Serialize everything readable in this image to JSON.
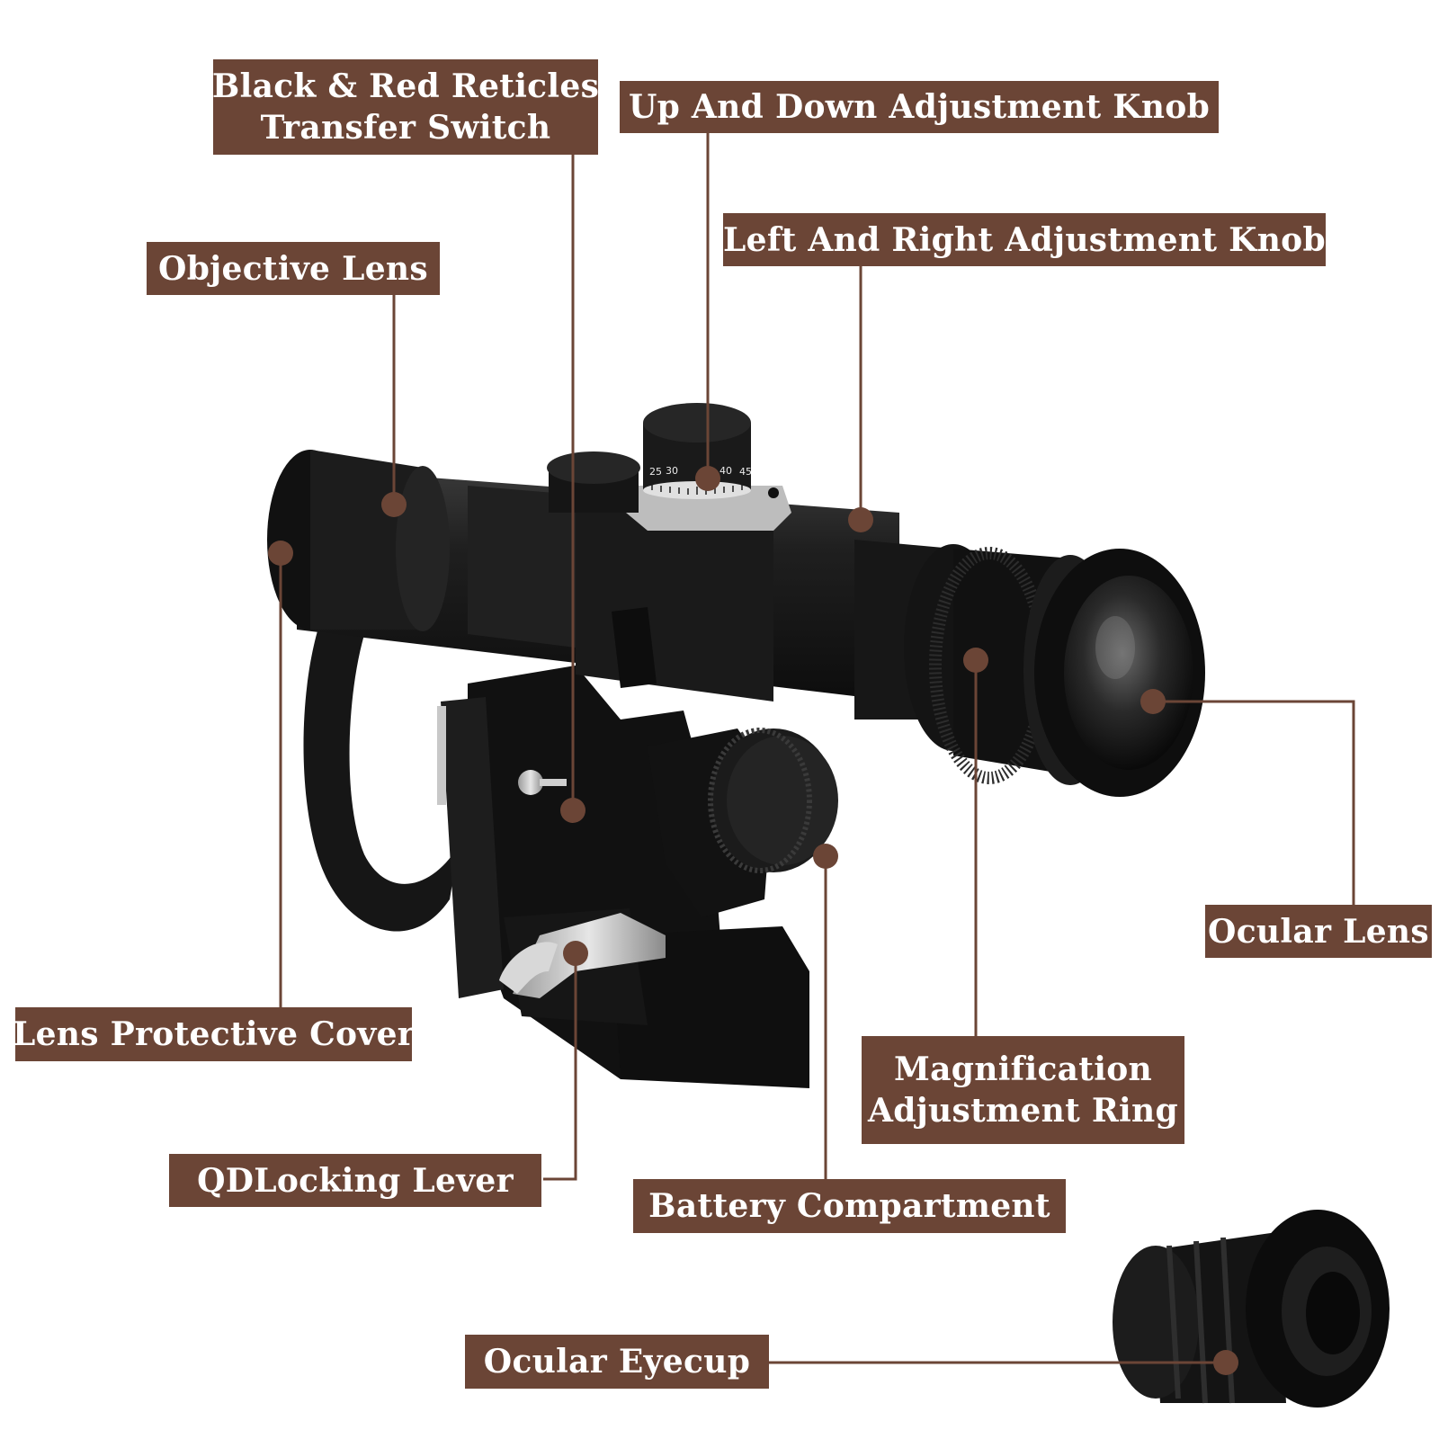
{
  "colors": {
    "label_bg": "#6b4536",
    "label_text": "#ffffff",
    "leader": "#6b4536",
    "scope_body": "#1b1b1b",
    "background": "#ffffff"
  },
  "image": {
    "subject": "rifle-scope-icon",
    "eyecup": "ocular-eyecup-icon",
    "dial_numbers": [
      "25",
      "30",
      "40",
      "45"
    ]
  },
  "labels": {
    "reticle_switch": {
      "line1": "Black & Red Reticles",
      "line2": "Transfer Switch"
    },
    "elevation_knob": "Up And Down Adjustment Knob",
    "windage_knob": "Left And Right Adjustment Knob",
    "objective_lens": "Objective Lens",
    "ocular_lens": "Ocular Lens",
    "lens_cover": "Lens Protective Cover",
    "magnification_ring": {
      "line1": "Magnification",
      "line2": "Adjustment Ring"
    },
    "qd_lever": "QDLocking Lever",
    "battery": "Battery Compartment",
    "eyecup": "Ocular Eyecup"
  }
}
